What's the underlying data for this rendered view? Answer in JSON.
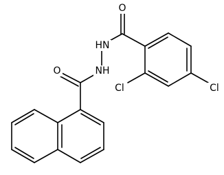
{
  "structure": {
    "labels": {
      "O1": "O",
      "O2": "O",
      "NH1": "HN",
      "NH2": "NH",
      "Cl1": "Cl",
      "Cl2": "Cl"
    }
  }
}
